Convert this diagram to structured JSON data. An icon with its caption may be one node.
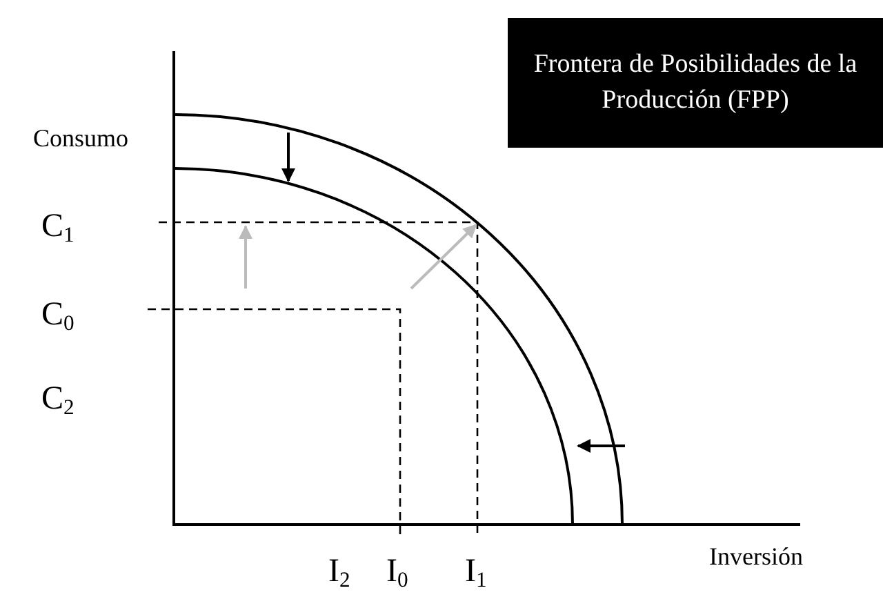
{
  "diagram": {
    "title": "Frontera de Posibilidades de la Producción (FPP)",
    "labels": [
      "Consumo",
      "C$_{1}$",
      "C$_{0}$",
      "C$_{2}$",
      "I$_{2}$",
      "I$_{0}$",
      "I$_{1}$",
      "Inversión"
    ]
  }
}
